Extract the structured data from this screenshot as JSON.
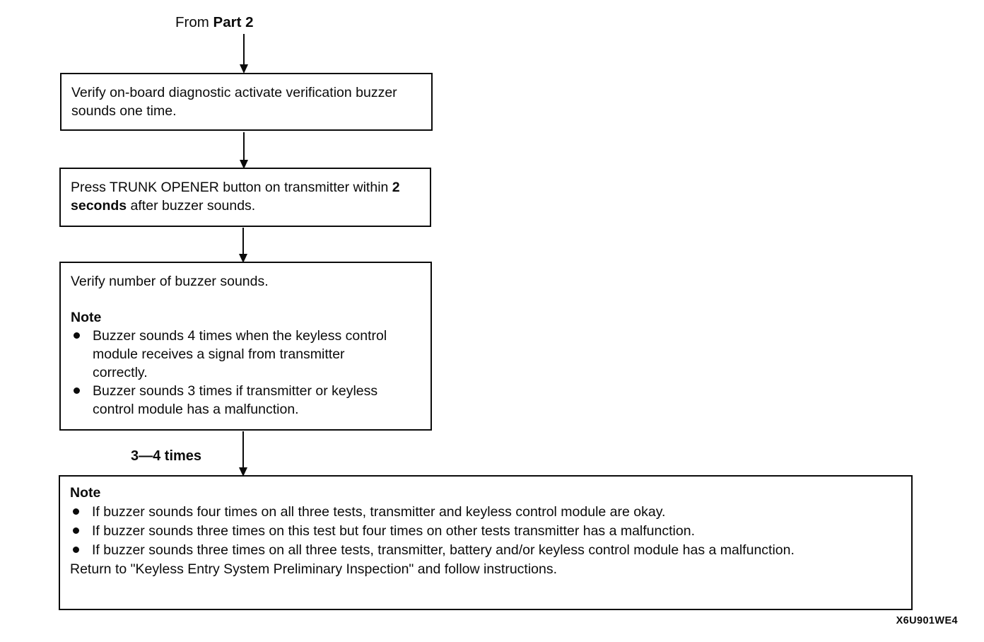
{
  "page": {
    "background": "#ffffff",
    "ink": "#0b0b0b"
  },
  "header": {
    "from_label_regular": "From ",
    "from_label_bold": "Part 2"
  },
  "boxes": {
    "verify_buzzer": {
      "text": "Verify on-board diagnostic activate verification buzzer sounds one time."
    },
    "press_trunk": {
      "seg1": "Press TRUNK OPENER button on transmitter within ",
      "seg2_bold": "2 seconds",
      "seg3": " after buzzer sounds."
    },
    "verify_sounds": {
      "title": "Verify number of buzzer sounds.",
      "note_label": "Note",
      "bullets": [
        "Buzzer sounds 4 times when the keyless control module receives a signal from transmitter correctly.",
        "Buzzer sounds 3 times if transmitter or keyless control module has a malfunction."
      ]
    },
    "result_note": {
      "note_label": "Note",
      "bullets": [
        "If buzzer sounds four times on all three tests, transmitter and keyless control module are okay.",
        "If buzzer sounds three times on this test but four times on other tests transmitter has a malfunction.",
        "If buzzer sounds three times on all three tests, transmitter, battery and/or keyless control module has a malfunction."
      ],
      "footer": "Return to \"Keyless Entry System Preliminary Inspection\" and follow instructions."
    }
  },
  "connectors": {
    "branch_label": "3—4 times"
  },
  "figure_code": "X6U901WE4"
}
